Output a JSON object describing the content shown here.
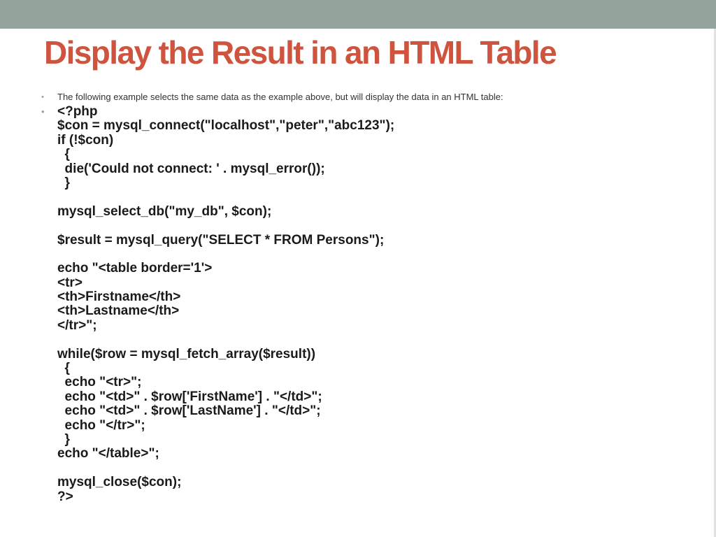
{
  "slide": {
    "title": "Display the Result in an HTML Table",
    "intro": "The following example selects the same data as the example above, but will display the data in an HTML table:",
    "code_lines": [
      "<?php",
      "$con = mysql_connect(\"localhost\",\"peter\",\"abc123\");",
      "if (!$con)",
      "  {",
      "  die('Could not connect: ' . mysql_error());",
      "  }",
      "",
      "mysql_select_db(\"my_db\", $con);",
      "",
      "$result = mysql_query(\"SELECT * FROM Persons\");",
      "",
      "echo \"<table border='1'>",
      "<tr>",
      "<th>Firstname</th>",
      "<th>Lastname</th>",
      "</tr>\";",
      "",
      "while($row = mysql_fetch_array($result))",
      "  {",
      "  echo \"<tr>\";",
      "  echo \"<td>\" . $row['FirstName'] . \"</td>\";",
      "  echo \"<td>\" . $row['LastName'] . \"</td>\";",
      "  echo \"</tr>\";",
      "  }",
      "echo \"</table>\";",
      "",
      "mysql_close($con);",
      "?>"
    ]
  },
  "theme": {
    "accent": "#cf543f",
    "bar": "#94a39b",
    "bullet": "#94a39b"
  }
}
